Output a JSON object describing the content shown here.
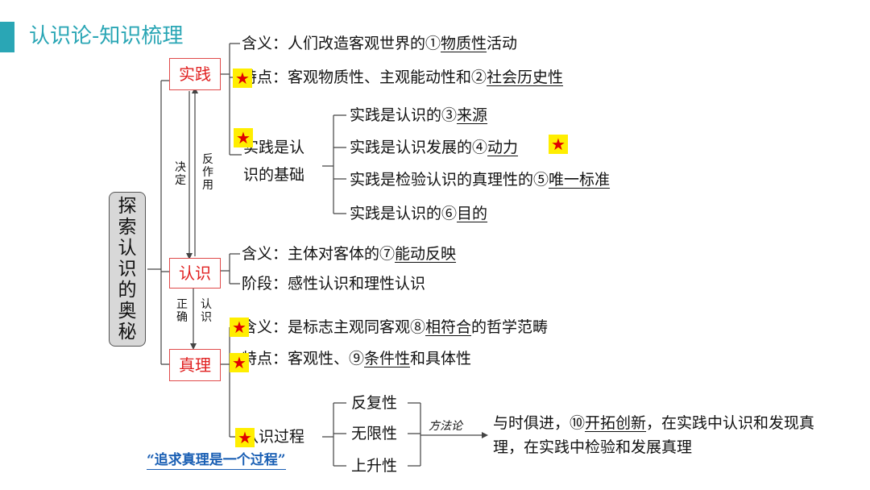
{
  "page": {
    "title": "认识论-知识梳理"
  },
  "root": {
    "chars": [
      "探",
      "索",
      "认",
      "识",
      "的",
      "奥",
      "秘"
    ]
  },
  "nodes": {
    "practice": "实践",
    "cognition": "认识",
    "truth": "真理"
  },
  "relations": {
    "decide": "决定",
    "reaction": "反作用",
    "correct": "正确",
    "know": "认识"
  },
  "practice": {
    "meaning_prefix": "含义：人们改造客观世界的①",
    "meaning_blank": "物质性",
    "meaning_suffix": "活动",
    "feature_prefix": "特点：客观物质性、主观能动性和②",
    "feature_blank": "社会历史性",
    "basis_line1": "实践是认",
    "basis_line2": "识的基础",
    "basis_items": [
      {
        "prefix": "实践是认识的③",
        "blank": "来源",
        "suffix": ""
      },
      {
        "prefix": "实践是认识发展的④",
        "blank": "动力",
        "suffix": ""
      },
      {
        "prefix": "实践是检验认识的真理性的⑤",
        "blank": "唯一标准",
        "suffix": ""
      },
      {
        "prefix": "实践是认识的⑥",
        "blank": "目的",
        "suffix": ""
      }
    ]
  },
  "cognition": {
    "meaning_prefix": "含义：主体对客体的⑦",
    "meaning_blank": "能动反映",
    "stage": "阶段：感性认识和理性认识"
  },
  "truth": {
    "meaning_prefix": "含义：是标志主观同客观⑧",
    "meaning_blank": "相符合",
    "meaning_suffix": "的哲学范畴",
    "feature_prefix": "特点：客观性、⑨",
    "feature_blank": "条件性",
    "feature_suffix": "和具体性",
    "process_label": "认识过程",
    "process_items": [
      "反复性",
      "无限性",
      "上升性"
    ],
    "method_label": "方法论",
    "method_line1_prefix": "与时俱进，⑩",
    "method_line1_blank": "开拓创新",
    "method_line1_suffix": "，在实践中认识和发现真",
    "method_line2": "理，在实践中检验和发展真理",
    "quote": "“追求真理是一个过程”"
  },
  "icons": {
    "star": "★"
  },
  "colors": {
    "accent": "#2aa6b5",
    "red": "#e02020",
    "star_bg": "#ffee00",
    "quote": "#1a5fb4"
  }
}
